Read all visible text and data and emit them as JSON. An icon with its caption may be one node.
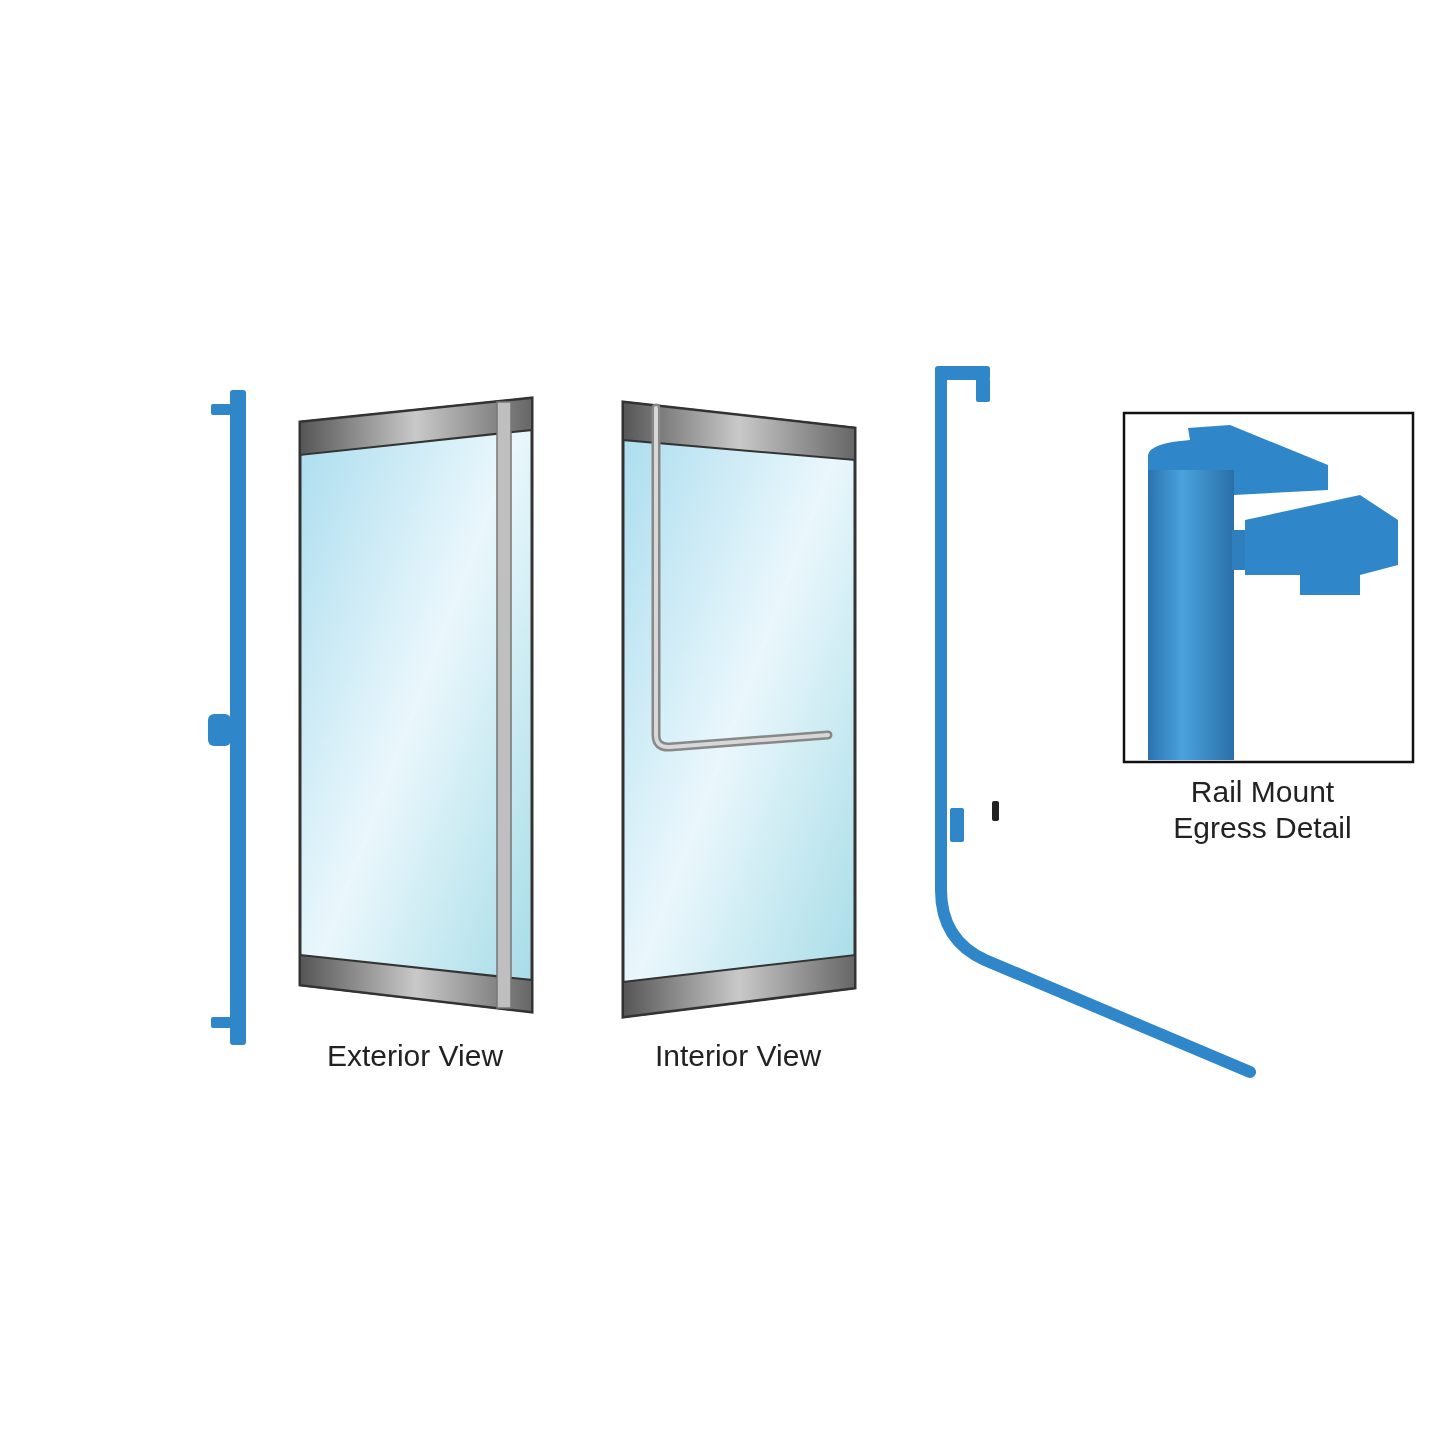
{
  "diagram": {
    "labels": [
      "Exterior View",
      "Interior View",
      "Rail Mount Egress Detail"
    ]
  }
}
